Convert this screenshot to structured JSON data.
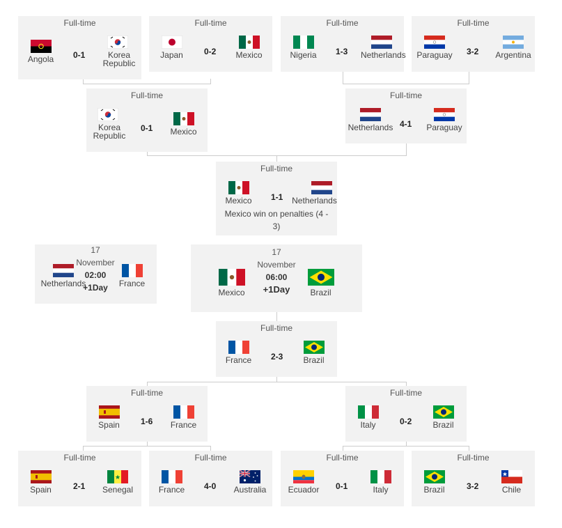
{
  "bracket": {
    "round16": [
      {
        "status": "Full-time",
        "home": {
          "name": "Angola",
          "flag": "angola-flag"
        },
        "score": "0-1",
        "away": {
          "name": "Korea Republic",
          "flag": "korea-flag"
        }
      },
      {
        "status": "Full-time",
        "home": {
          "name": "Japan",
          "flag": "japan-flag"
        },
        "score": "0-2",
        "away": {
          "name": "Mexico",
          "flag": "mexico-flag"
        }
      },
      {
        "status": "Full-time",
        "home": {
          "name": "Nigeria",
          "flag": "nigeria-flag"
        },
        "score": "1-3",
        "away": {
          "name": "Netherlands",
          "flag": "netherlands-flag"
        }
      },
      {
        "status": "Full-time",
        "home": {
          "name": "Paraguay",
          "flag": "paraguay-flag"
        },
        "score": "3-2",
        "away": {
          "name": "Argentina",
          "flag": "argentina-flag"
        }
      }
    ],
    "qf_top": [
      {
        "status": "Full-time",
        "home": {
          "name": "Korea Republic"
        },
        "score": "0-1",
        "away": {
          "name": "Mexico"
        }
      },
      {
        "status": "Full-time",
        "home": {
          "name": "Netherlands"
        },
        "score": "4-1",
        "away": {
          "name": "Paraguay"
        }
      }
    ],
    "sf_top": {
      "status": "Full-time",
      "home": {
        "name": "Mexico"
      },
      "score": "1-1",
      "away": {
        "name": "Netherlands"
      },
      "note": "Mexico win on penalties (4 - 3)"
    },
    "third_place": {
      "day": "17",
      "month": "November",
      "time": "02:00",
      "plus": "+1Day",
      "home": {
        "name": "Netherlands"
      },
      "away": {
        "name": "France"
      }
    },
    "final": {
      "day": "17",
      "month": "November",
      "time": "06:00",
      "plus": "+1Day",
      "home": {
        "name": "Mexico"
      },
      "away": {
        "name": "Brazil"
      }
    },
    "sf_bottom": {
      "status": "Full-time",
      "home": {
        "name": "France"
      },
      "score": "2-3",
      "away": {
        "name": "Brazil"
      }
    },
    "qf_bottom": [
      {
        "status": "Full-time",
        "home": {
          "name": "Spain"
        },
        "score": "1-6",
        "away": {
          "name": "France"
        }
      },
      {
        "status": "Full-time",
        "home": {
          "name": "Italy"
        },
        "score": "0-2",
        "away": {
          "name": "Brazil"
        }
      }
    ],
    "round16_bottom": [
      {
        "status": "Full-time",
        "home": {
          "name": "Spain"
        },
        "score": "2-1",
        "away": {
          "name": "Senegal"
        }
      },
      {
        "status": "Full-time",
        "home": {
          "name": "France"
        },
        "score": "4-0",
        "away": {
          "name": "Australia"
        }
      },
      {
        "status": "Full-time",
        "home": {
          "name": "Ecuador"
        },
        "score": "0-1",
        "away": {
          "name": "Italy"
        }
      },
      {
        "status": "Full-time",
        "home": {
          "name": "Brazil"
        },
        "score": "3-2",
        "away": {
          "name": "Chile"
        }
      }
    ]
  }
}
